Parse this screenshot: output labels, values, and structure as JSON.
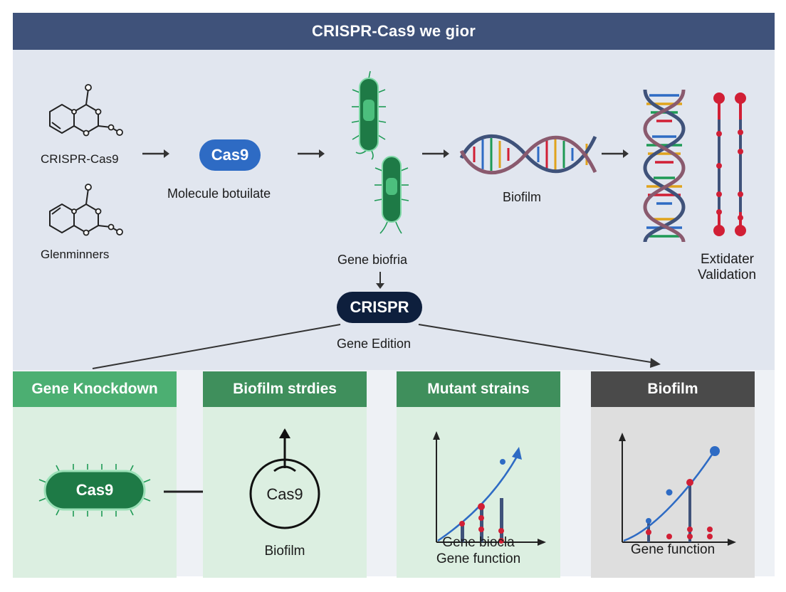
{
  "header": {
    "title": "CRISPR-Cas9 we gior"
  },
  "top": {
    "mol1_label": "CRISPR-Cas9",
    "mol2_label": "Glenminners",
    "cas9_pill": "Cas9",
    "molecule_label": "Molecule botuilate",
    "bacteria_label": "Gene biofria",
    "dna_label": "Biofilm",
    "validation_line1": "Extidater",
    "validation_line2": "Validation",
    "crispr_pill": "CRISPR",
    "gene_edition": "Gene Edition"
  },
  "cards": [
    {
      "title": "Gene Knockdown",
      "pill": "Cas9",
      "color": "#4caf72"
    },
    {
      "title": "Biofilm strdies",
      "circle_label": "Cas9",
      "caption": "Biofilm",
      "color": "#3f8f5c"
    },
    {
      "title": "Mutant strains",
      "caption1": "Gene biocla",
      "caption2": "Gene function",
      "color": "#3f8f5c"
    },
    {
      "title": "Biofilm",
      "caption": "Gene function",
      "color": "#4a4a4a"
    }
  ],
  "colors": {
    "navy": "#3f527a",
    "blue_pill": "#2e6bc4",
    "dark_pill": "#0e1f3d",
    "green": "#1e7a46",
    "red": "#d11f35"
  }
}
